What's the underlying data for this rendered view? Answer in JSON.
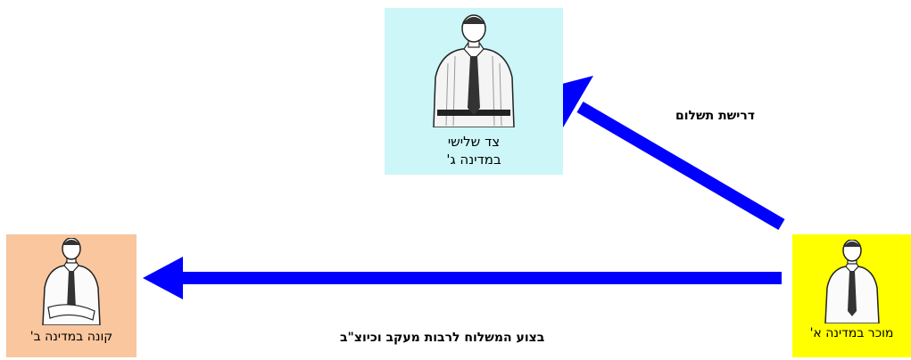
{
  "third_party": {
    "caption_line1": "צד שלישי",
    "caption_line2": "במדינה ג'",
    "color": "#ccf6f7"
  },
  "buyer": {
    "caption": "קונה במדינה ב'",
    "color": "#f9c69e"
  },
  "seller": {
    "caption": "מוכר במדינה א'",
    "color": "#ffff00"
  },
  "arrows": {
    "payment_label": "דרישת תשלום",
    "shipping_label": "בצוע המשלוח לרבות מעקב וכיוצ\"ב",
    "color": "#0000ff"
  },
  "figure_icon": "man-in-shirt-and-tie-icon"
}
